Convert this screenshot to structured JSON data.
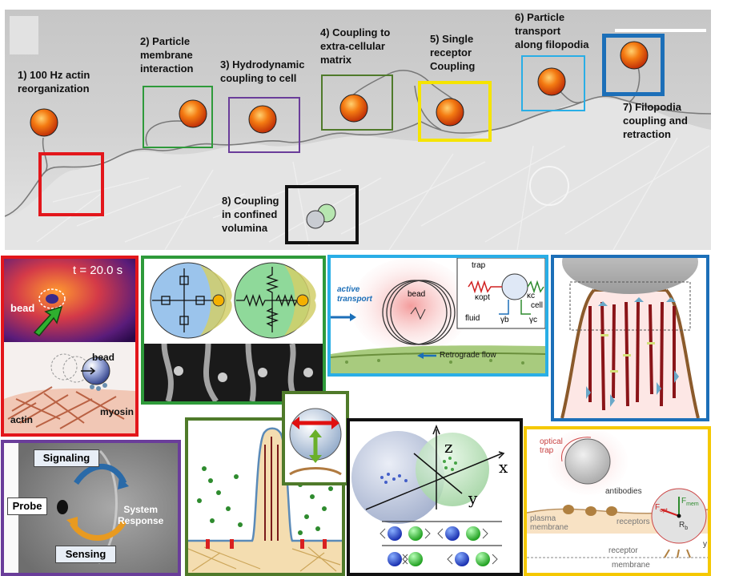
{
  "top_scene": {
    "labels": [
      {
        "id": "1",
        "text": "1) 100 Hz actin\nreorganization"
      },
      {
        "id": "2",
        "text": "2) Particle\nmembrane\ninteraction"
      },
      {
        "id": "3",
        "text": "3) Hydrodynamic\ncoupling to cell"
      },
      {
        "id": "4",
        "text": "4) Coupling to\nextra-cellular\nmatrix"
      },
      {
        "id": "5",
        "text": "5) Single\nreceptor\nCoupling"
      },
      {
        "id": "6",
        "text": "6) Particle\ntransport\nalong filopodia"
      },
      {
        "id": "7",
        "text": "7) Filopodia\ncoupling and\nretraction"
      },
      {
        "id": "8",
        "text": "8) Coupling\nin confined\nvolumina"
      }
    ]
  },
  "panel_red": {
    "time_label": "t = 20.0 s",
    "bead_label": "bead",
    "bead_label2": "bead",
    "actin_label": "actin",
    "myosin_label": "myosin"
  },
  "panel_lightblue": {
    "active_transport": "active\ntransport",
    "bead": "bead",
    "trap": "trap",
    "kopt": "κopt",
    "kc": "κc",
    "cell": "cell",
    "fluid": "fluid",
    "gb": "γb",
    "gc": "γc",
    "retro": "Retrograde flow"
  },
  "panel_purple": {
    "signaling": "Signaling",
    "probe": "Probe",
    "system_response": "System\nResponse",
    "sensing": "Sensing"
  },
  "panel_black": {
    "z": "z",
    "x": "x",
    "y": "y"
  },
  "panel_yellow": {
    "optical_trap": "optical\ntrap",
    "antibodies": "antibodies",
    "plasma_membrane": "plasma\nmembrane",
    "receptors": "receptors",
    "fopt": "F",
    "fopt_sub": "opt",
    "fmem": "F",
    "fmem_sub": "mem",
    "rb": "R",
    "rb_sub": "b",
    "receptor": "receptor",
    "membrane": "membrane",
    "y": "y"
  },
  "colors": {
    "red": "#e3161b",
    "green": "#2e8b2e",
    "purple": "#6a3d9a",
    "darkgreen": "#4f7a2a",
    "yellow": "#f5e400",
    "lightblue": "#29aee6",
    "blue": "#1c6fb8",
    "black": "#111111",
    "bead": "#f07a10"
  }
}
